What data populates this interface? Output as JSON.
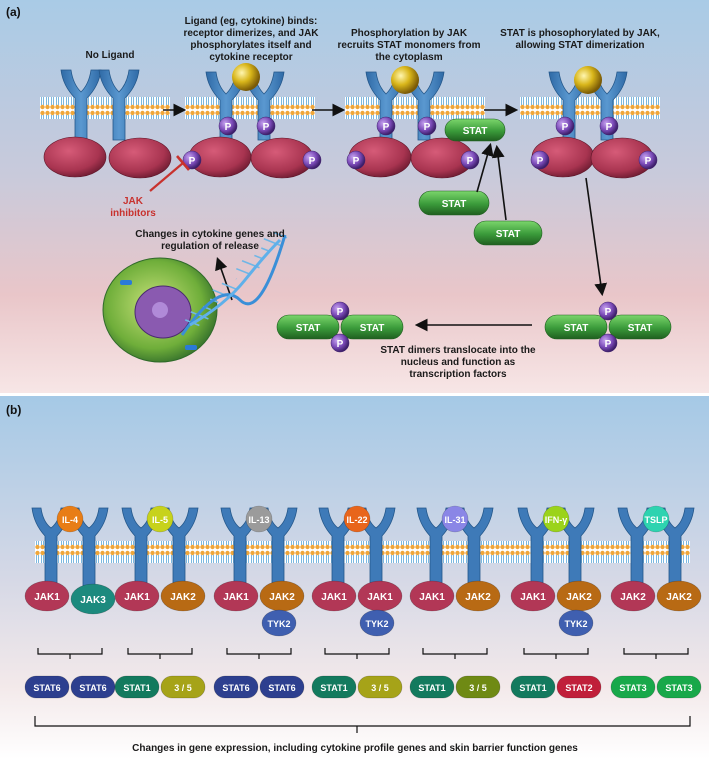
{
  "panel_a": {
    "label": "(a)",
    "captions": {
      "no_ligand": "No Ligand",
      "ligand_binds": "Ligand (eg, cytokine) binds: receptor dimerizes, and JAK phosphorylates itself and cytokine receptor",
      "phosphorylation": "Phosphorylation by JAK recruits STAT monomers from the cytoplasm",
      "stat_phospho": "STAT is phosophorylated by JAK, allowing STAT dimerization",
      "jak_inhibitors": "JAK inhibitors",
      "changes_cytokine": "Changes in cytokine genes and regulation of release",
      "translocate": "STAT dimers translocate into the nucleus and function as transcription factors"
    },
    "stat_label": "STAT",
    "phospho_label": "P"
  },
  "panel_b": {
    "label": "(b)",
    "footer": "Changes in gene expression, including cytokine profile genes and skin barrier function genes",
    "receptors": [
      {
        "ligand": "IL-4",
        "ligand_color": "#e87d16",
        "jak_left": "JAK1",
        "jak_left_color": "#b23756",
        "jak_right": "JAK3",
        "jak_right_color": "#1c8a7e",
        "tyk": "",
        "stat_left": "STAT6",
        "stat_left_color": "#2d3f8f",
        "stat_right": "STAT6",
        "stat_right_color": "#2d3f8f"
      },
      {
        "ligand": "IL-5",
        "ligand_color": "#c7d21b",
        "jak_left": "JAK1",
        "jak_left_color": "#b23756",
        "jak_right": "JAK2",
        "jak_right_color": "#b86a14",
        "tyk": "",
        "stat_left": "STAT1",
        "stat_left_color": "#137a5e",
        "stat_right": "3 / 5",
        "stat_right_color": "#a6a318"
      },
      {
        "ligand": "IL-13",
        "ligand_color": "#9b9b9b",
        "jak_left": "JAK1",
        "jak_left_color": "#b23756",
        "jak_right": "JAK2",
        "jak_right_color": "#b86a14",
        "tyk": "TYK2",
        "stat_left": "STAT6",
        "stat_left_color": "#2d3f8f",
        "stat_right": "STAT6",
        "stat_right_color": "#2d3f8f"
      },
      {
        "ligand": "IL-22",
        "ligand_color": "#e8651c",
        "jak_left": "JAK1",
        "jak_left_color": "#b23756",
        "jak_right": "JAK1",
        "jak_right_color": "#b23756",
        "tyk": "TYK2",
        "stat_left": "STAT1",
        "stat_left_color": "#137a5e",
        "stat_right": "3 / 5",
        "stat_right_color": "#a6a318"
      },
      {
        "ligand": "IL-31",
        "ligand_color": "#8a86e6",
        "jak_left": "JAK1",
        "jak_left_color": "#b23756",
        "jak_right": "JAK2",
        "jak_right_color": "#b86a14",
        "tyk": "",
        "stat_left": "STAT1",
        "stat_left_color": "#137a5e",
        "stat_right": "3 / 5",
        "stat_right_color": "#6f8a14"
      },
      {
        "ligand": "IFN-γ",
        "ligand_color": "#9bd31b",
        "jak_left": "JAK1",
        "jak_left_color": "#b23756",
        "jak_right": "JAK2",
        "jak_right_color": "#b86a14",
        "tyk": "TYK2",
        "stat_left": "STAT1",
        "stat_left_color": "#137a5e",
        "stat_right": "STAT2",
        "stat_right_color": "#c01f3a"
      },
      {
        "ligand": "TSLP",
        "ligand_color": "#2ed3b0",
        "jak_left": "JAK2",
        "jak_left_color": "#b23756",
        "jak_right": "JAK2",
        "jak_right_color": "#b86a14",
        "tyk": "",
        "stat_left": "STAT3",
        "stat_left_color": "#18a84a",
        "stat_right": "STAT3",
        "stat_right_color": "#18a84a"
      }
    ]
  },
  "colors": {
    "receptor": "#3e7ab8",
    "jak": "#a83450",
    "stat": "#3a9a3a",
    "phospho": "#7b4bb8",
    "ligand_gold": "#d9b61a",
    "inhibitor": "#d23a3a"
  }
}
